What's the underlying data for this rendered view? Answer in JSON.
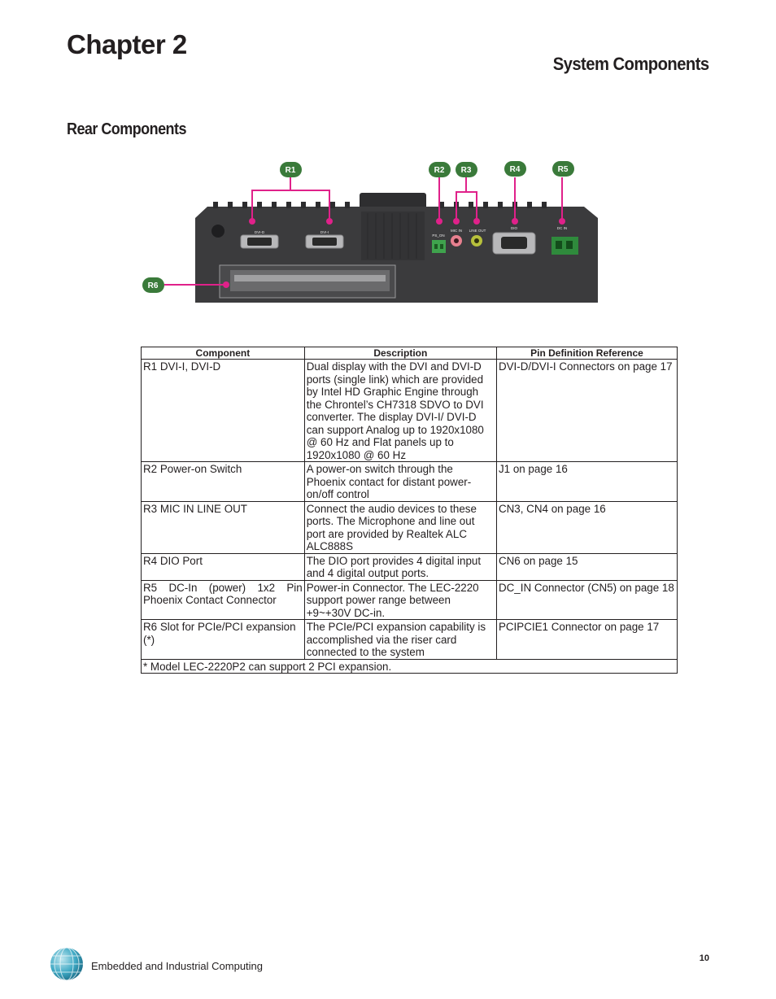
{
  "header": {
    "chapter": "Chapter 2",
    "section_title": "System Components",
    "subsection_title": "Rear Components"
  },
  "figure": {
    "callouts": [
      "R1",
      "R2",
      "R3",
      "R4",
      "R5",
      "R6"
    ],
    "port_labels": {
      "dvi_d": "DVI-D",
      "dvi_i": "DVI-I",
      "ps_on": "PS_ON",
      "mic_in": "MIC IN",
      "line_out": "LINE OUT",
      "dio": "DIO",
      "dc_in": "DC IN"
    },
    "colors": {
      "callout": "#3a7a3a",
      "leader": "#e0218a",
      "chassis": "#3b3b3d"
    }
  },
  "table": {
    "headers": [
      "Component",
      "Description",
      "Pin Definition Reference"
    ],
    "rows": [
      {
        "component": "R1  DVI-I, DVI-D",
        "description": "Dual display with the DVI and DVI-D ports (single link) which are provided by Intel  HD Graphic Engine through the Chrontel’s CH7318 SDVO to DVI converter.  The display DVI-I/ DVI-D can support Analog up to 1920x1080 @ 60 Hz and  Flat panels up to 1920x1080 @ 60 Hz",
        "reference": "DVI-D/DVI-I Connectors on page 17"
      },
      {
        "component": "R2  Power-on Switch",
        "description": "A power-on switch through the Phoenix contact for distant power-on/off control",
        "reference": "J1 on page 16"
      },
      {
        "component": "R3  MIC IN LINE OUT",
        "description": "Connect the audio devices to these ports. The Microphone and line out port are provided by Realtek ALC ALC888S",
        "reference": "CN3, CN4 on page 16"
      },
      {
        "component": "R4 DIO Port",
        "description": "The DIO port provides 4 digital input and 4 digital output ports.",
        "reference": "CN6 on page 15"
      },
      {
        "component": "R5  DC-In  (power)  1x2  Pin Phoenix Contact Connector",
        "description": "Power-in Connector.  The LEC-2220 support power range between +9~+30V DC-in.",
        "reference": "DC_IN  Connector  (CN5)  on  page 18"
      },
      {
        "component": "R6 Slot for PCIe/PCI expansion (*)",
        "description": "The PCIe/PCI expansion capability is accomplished via the riser card connected to the system",
        "reference": "PCIPCIE1 Connector on page 17"
      }
    ],
    "footnote": "* Model LEC-2220P2 can support 2 PCI expansion."
  },
  "footer": {
    "text": "Embedded and Industrial Computing",
    "page_number": "10"
  }
}
